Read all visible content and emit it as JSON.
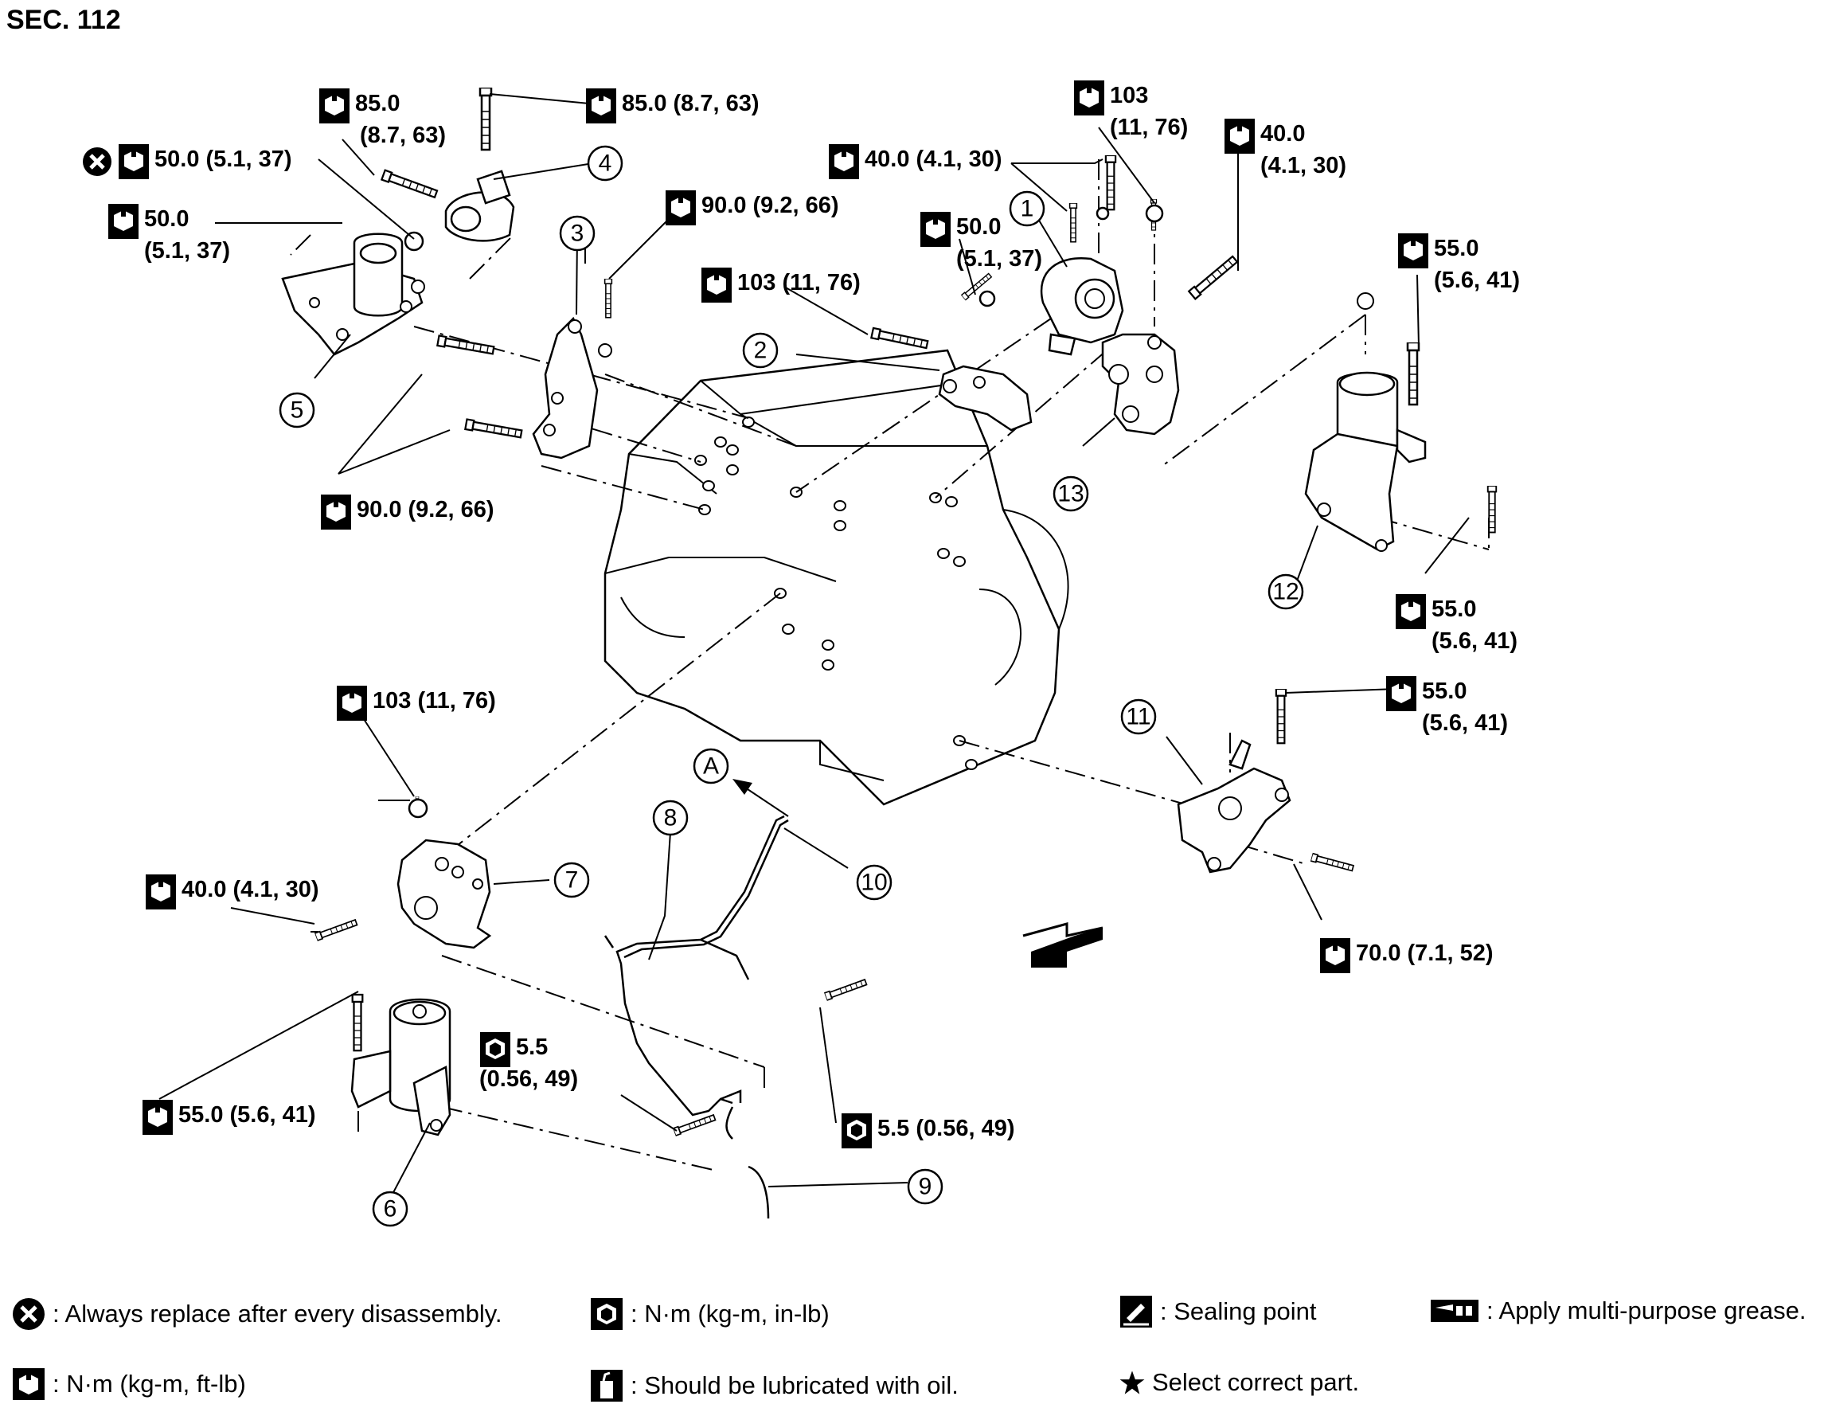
{
  "section": "SEC. 112",
  "callouts": [
    "1",
    "2",
    "3",
    "4",
    "5",
    "6",
    "7",
    "8",
    "9",
    "10",
    "11",
    "12",
    "13",
    "A"
  ],
  "torques": {
    "t85_left_a": "85.0",
    "t85_left_b": "(8.7, 63)",
    "t85_right": "85.0 (8.7, 63)",
    "t50_x": "50.0 (5.1, 37)",
    "t50_left_a": "50.0",
    "t50_left_b": "(5.1, 37)",
    "t90_top": "90.0 (9.2, 66)",
    "t103_top_mid": "103 (11, 76)",
    "t40_top": "40.0 (4.1, 30)",
    "t50_mid_a": "50.0",
    "t50_mid_b": "(5.1, 37)",
    "t103_right_a": "103",
    "t103_right_b": "(11, 76)",
    "t40_right_a": "40.0",
    "t40_right_b": "(4.1, 30)",
    "t55_r1_a": "55.0",
    "t55_r1_b": "(5.6, 41)",
    "t90_left": "90.0 (9.2, 66)",
    "t55_r2_a": "55.0",
    "t55_r2_b": "(5.6, 41)",
    "t55_r3_a": "55.0",
    "t55_r3_b": "(5.6, 41)",
    "t103_low": "103 (11, 76)",
    "t40_low": "40.0 (4.1, 30)",
    "t70": "70.0 (7.1, 52)",
    "t55_low": "55.0 (5.6, 41)",
    "t55s_a": "5.5",
    "t55s_b": "(0.56, 49)",
    "t55s_right": "5.5 (0.56, 49)"
  },
  "legend": {
    "replace": ": Always replace after every disassembly.",
    "nm_inlb": ": N·m (kg-m, in-lb)",
    "sealing": ": Sealing point",
    "grease": ": Apply multi-purpose grease.",
    "nm_ftlb": ": N·m (kg-m, ft-lb)",
    "oil": ": Should be lubricated with oil.",
    "select": "Select correct part."
  },
  "icons": [
    "replace-icon",
    "wrench-ftlb-icon",
    "wrench-inlb-icon",
    "sealing-icon",
    "grease-icon",
    "oil-icon",
    "star-icon",
    "front-arrow-icon"
  ]
}
